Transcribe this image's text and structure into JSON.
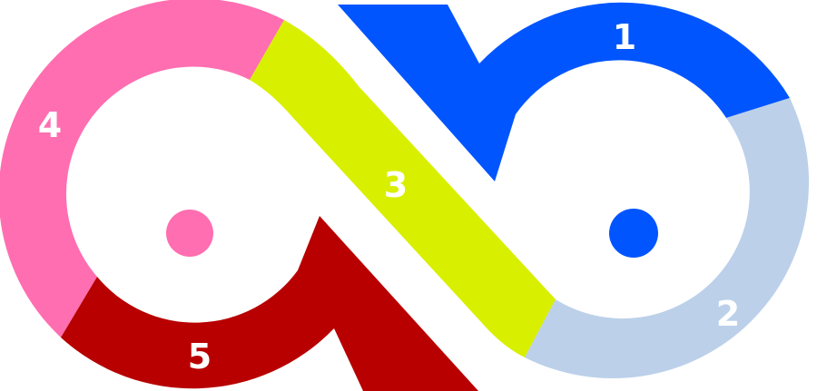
{
  "segments": [
    {
      "label": "1",
      "color": "#0055ff"
    },
    {
      "label": "2",
      "color": "#bcd0ea"
    },
    {
      "label": "3",
      "color": "#d9ef00"
    },
    {
      "label": "4",
      "color": "#ff6eb0"
    },
    {
      "label": "5",
      "color": "#b80000"
    }
  ],
  "left_dot_color": "#ff6eb0",
  "right_dot_color": "#0055ff"
}
